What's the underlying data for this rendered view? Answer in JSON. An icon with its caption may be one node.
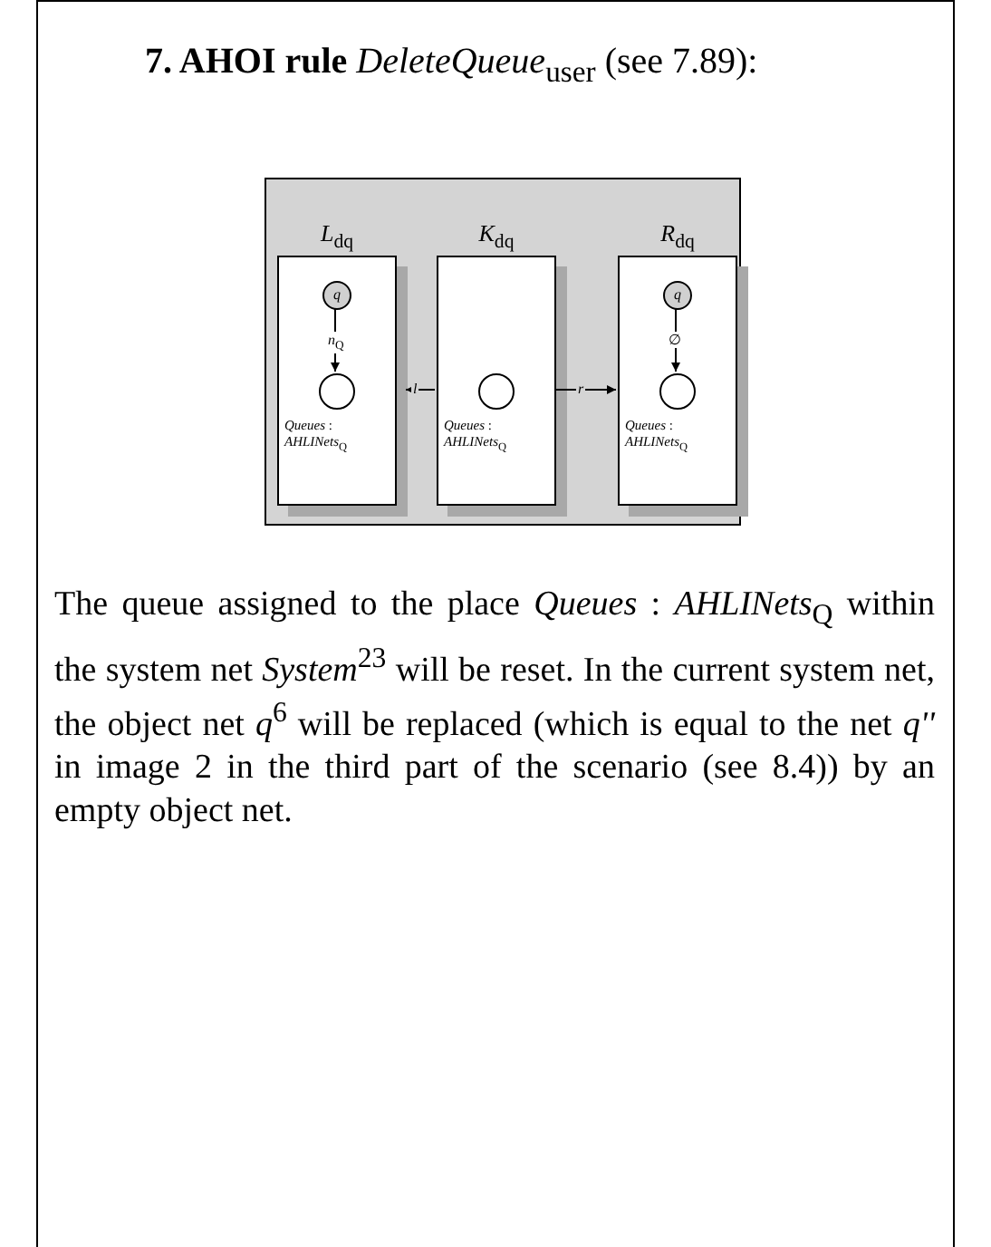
{
  "diagram": {
    "title": "**7. AHOI rule** *DeleteQueue*$_{user}$ (see 7.89):",
    "caption": "The queue assigned to the place *Queues* : *AHLINets*$_{Q}$ within the system net *System*$^{23}$ will be reset. In the current system net, the object net *q*$^{6}$ will be replaced (which is equal to the net *q''* in image 2 in the third part of the scenario (see 8.4)) by an empty object net.",
    "nodes": [
      {
        "text": [],
        "shape": "box"
      },
      {
        "text": [
          "*L*$_{dq}$"
        ],
        "in": 0
      },
      {
        "text": [
          "*q*"
        ],
        "in": 1
      },
      {
        "text": [],
        "shape": "circle",
        "in": 1,
        "beside": [
          "*Queues* : *AHLINets*$_{Q}$"
        ]
      },
      {
        "text": [
          "*K*$_{dq}$"
        ],
        "in": 0
      },
      {
        "text": [],
        "shape": "circle",
        "in": 4,
        "beside": [
          "*Queues* : *AHLINets*$_{Q}$"
        ]
      },
      {
        "text": [
          "*R*$_{dq}$"
        ],
        "in": 0
      },
      {
        "text": [
          "*q*"
        ],
        "in": 6
      },
      {
        "text": [],
        "shape": "circle",
        "in": 6,
        "beside": [
          "*Queues* : *AHLINets*$_{Q}$"
        ]
      }
    ],
    "edges": [
      {
        "from": 2,
        "to": 3,
        "arrow": "to",
        "label": "*n*$_{Q}$"
      },
      {
        "from": 4,
        "to": 1,
        "arrow": "to",
        "label": "*l*"
      },
      {
        "from": 4,
        "to": 6,
        "arrow": "to",
        "label": "*r*"
      },
      {
        "from": 7,
        "to": 8,
        "arrow": "to",
        "label": "∅"
      }
    ]
  }
}
